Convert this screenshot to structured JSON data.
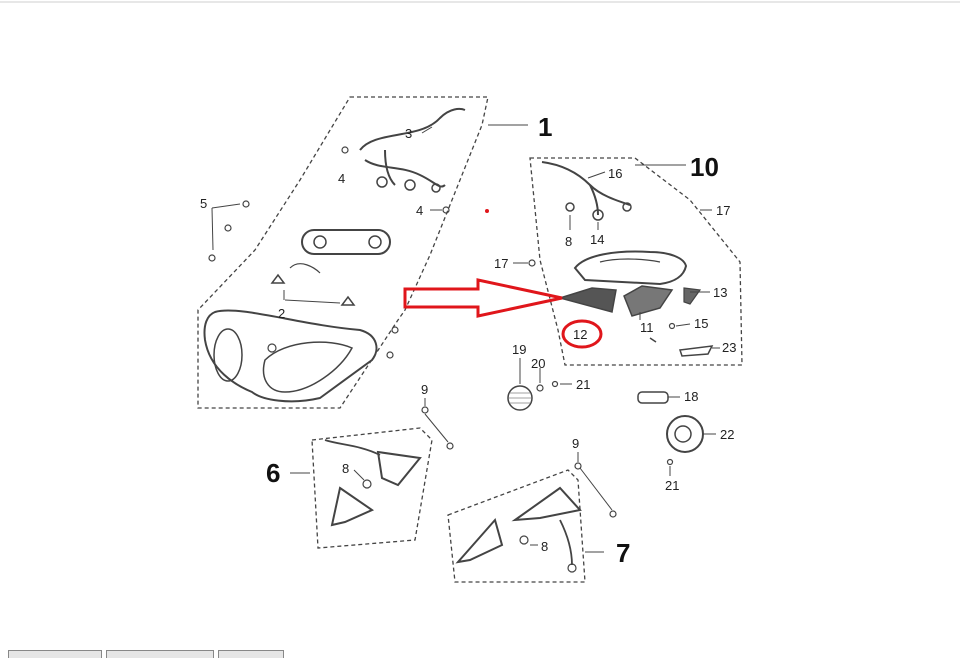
{
  "diagram": {
    "callouts": {
      "c1": "1",
      "c2": "2",
      "c3": "3",
      "c4a": "4",
      "c4b": "4",
      "c5": "5",
      "c6": "6",
      "c7": "7",
      "c8a": "8",
      "c8b": "8",
      "c8c": "8",
      "c9a": "9",
      "c9b": "9",
      "c10": "10",
      "c11": "11",
      "c12": "12",
      "c13": "13",
      "c14": "14",
      "c15": "15",
      "c16": "16",
      "c17a": "17",
      "c17b": "17",
      "c18": "18",
      "c19": "19",
      "c20": "20",
      "c21a": "21",
      "c21b": "21",
      "c22": "22",
      "c23": "23"
    },
    "colors": {
      "line": "#444444",
      "highlight": "#e0161b",
      "background": "#ffffff"
    },
    "icons": {
      "arrow": "red-outline-arrow-icon",
      "circle": "red-circle-marker-icon"
    }
  }
}
